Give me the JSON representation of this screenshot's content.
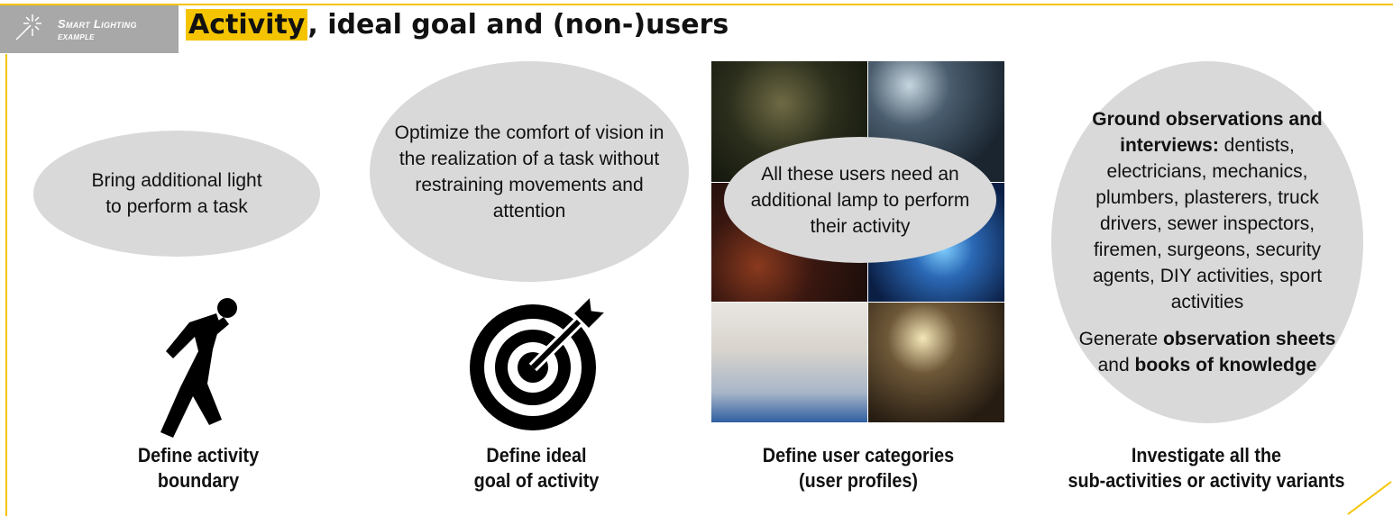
{
  "badge": {
    "line1": "Smart Lighting",
    "line2": "example",
    "icon": "sparkle-icon"
  },
  "title": {
    "highlight": "Activity",
    "rest": ", ideal goal and (non-)users"
  },
  "colors": {
    "accent": "#f5c400",
    "bubble": "#d9d9d9",
    "badge": "#a8a8a8"
  },
  "columns": [
    {
      "bubble": "Bring additional light to perform a task",
      "icon": "stretching-person-icon",
      "caption": [
        "Define activity",
        "boundary"
      ]
    },
    {
      "bubble": "Optimize the comfort of vision in the realization of a task without restraining movements and attention",
      "icon": "target-arrow-icon",
      "caption": [
        "Define ideal",
        "goal of activity"
      ]
    },
    {
      "bubble": "All these users need an additional lamp to perform their activity",
      "caption": [
        "Define user categories",
        "(user profiles)"
      ]
    },
    {
      "bubble_strong": "Ground observations and interviews:",
      "bubble_rest": " dentists, electricians, mechanics, plumbers, plasterers, truck drivers, sewer inspectors, firemen, surgeons, security agents, DIY activities, sport activities",
      "bubble2_a": "Generate ",
      "bubble2_b": "observation sheets",
      "bubble2_c": " and ",
      "bubble2_d": "books of knowledge",
      "caption": [
        "Investigate all the",
        "sub-activities or activity variants"
      ]
    }
  ]
}
